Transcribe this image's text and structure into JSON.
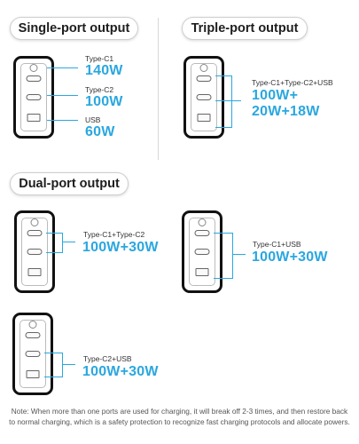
{
  "accent_color": "#29a8e0",
  "sections": {
    "single": {
      "title": "Single-port output",
      "ports": [
        {
          "label": "Type-C1",
          "power": "140W"
        },
        {
          "label": "Type-C2",
          "power": "100W"
        },
        {
          "label": "USB",
          "power": "60W"
        }
      ]
    },
    "triple": {
      "title": "Triple-port output",
      "label": "Type-C1+Type-C2+USB",
      "power_line1": "100W+",
      "power_line2": "20W+18W"
    },
    "dual": {
      "title": "Dual-port output",
      "combos": [
        {
          "label": "Type-C1+Type-C2",
          "power": "100W+30W"
        },
        {
          "label": "Type-C1+USB",
          "power": "100W+30W"
        },
        {
          "label": "Type-C2+USB",
          "power": "100W+30W"
        }
      ]
    }
  },
  "note": "Note: When more than one ports are used for charging, it will break off 2-3 times, and then restore back to normal charging, which is a safety protection to recognize fast charging protocols and allocate powers."
}
